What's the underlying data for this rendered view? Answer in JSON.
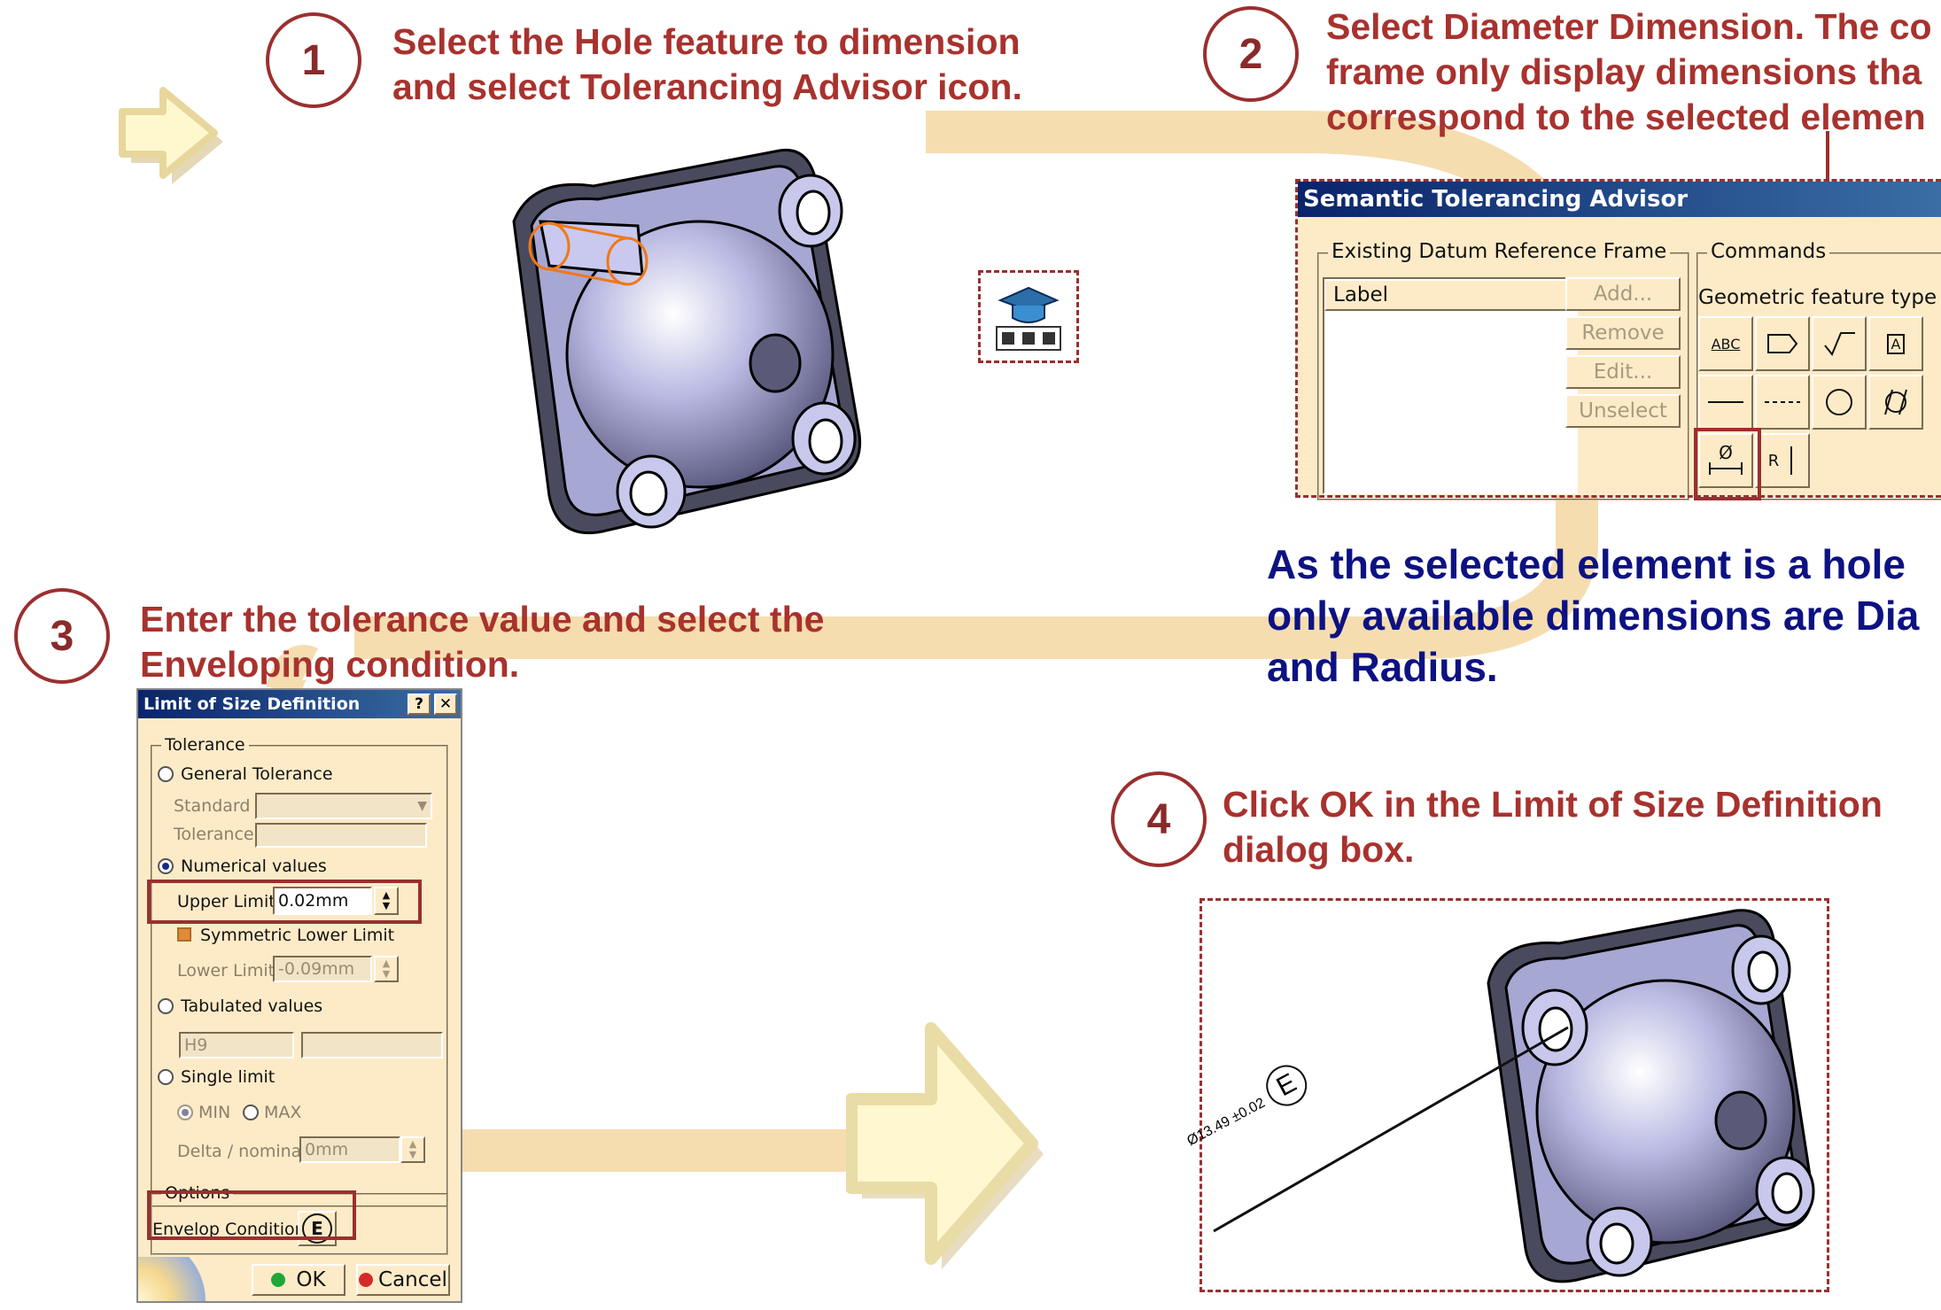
{
  "steps": [
    {
      "number": "1",
      "text_line1": "Select the Hole feature to dimension",
      "text_line2": "and select Tolerancing Advisor icon."
    },
    {
      "number": "2",
      "text_line1": "Select Diameter Dimension. The co",
      "text_line2": "frame only display dimensions tha",
      "text_line3": "correspond to the selected elemen"
    },
    {
      "number": "3",
      "text_line1": "Enter the tolerance value and select the",
      "text_line2": "Enveloping condition."
    },
    {
      "number": "4",
      "text_line1": "Click OK in the Limit of Size Definition",
      "text_line2": "dialog box."
    }
  ],
  "note": {
    "line1": "As the selected element is a hole",
    "line2": "only available dimensions are Dia",
    "line3": "and Radius."
  },
  "advisor": {
    "title": "Semantic Tolerancing Advisor",
    "existing_group": "Existing Datum Reference Frame",
    "commands_group": "Commands",
    "label_header": "Label",
    "buttons": [
      "Add...",
      "Remove",
      "Edit...",
      "Unselect"
    ],
    "geometric_feature_type": "Geometric feature type",
    "icon_names": [
      "text-with-leader-icon",
      "flag-note-icon",
      "roughness-icon",
      "datum-feature-icon",
      "straightness-icon",
      "dashed-line-icon",
      "roundness-icon",
      "cylindricity-icon",
      "diameter-dimension-icon",
      "radius-dimension-icon"
    ],
    "icon_texts": [
      "ABC",
      "",
      "",
      "A",
      "",
      "",
      "",
      "",
      "Ø",
      "R"
    ]
  },
  "limit_dialog": {
    "title": "Limit of Size Definition",
    "help": "?",
    "close": "✕",
    "tolerance_group": "Tolerance",
    "general_tolerance": "General Tolerance",
    "standard_label": "Standard :",
    "tolerance_label": "Tolerance :",
    "numerical_values": "Numerical values",
    "upper_limit_label": "Upper Limit :",
    "upper_limit_value": "0.02mm",
    "symmetric_lower_limit": "Symmetric Lower Limit",
    "lower_limit_label": "Lower Limit :",
    "lower_limit_value": "-0.09mm",
    "tabulated_values": "Tabulated values",
    "tabulated_value": "H9",
    "single_limit": "Single limit",
    "min": "MIN",
    "max": "MAX",
    "delta_label": "Delta / nominal :",
    "delta_value": "0mm",
    "options_group": "Options",
    "envelop_label": "Envelop Condition :",
    "envelop_symbol": "E",
    "ok": "OK",
    "cancel": "Cancel"
  },
  "annotation": {
    "text": "Ø13.49 ±0.02",
    "symbol": "E"
  },
  "colors": {
    "accent": "#a8322e",
    "note": "#0d1282",
    "band": "#f5ddb0",
    "dialog": "#fdebc8",
    "part": "#a9a9d6"
  }
}
